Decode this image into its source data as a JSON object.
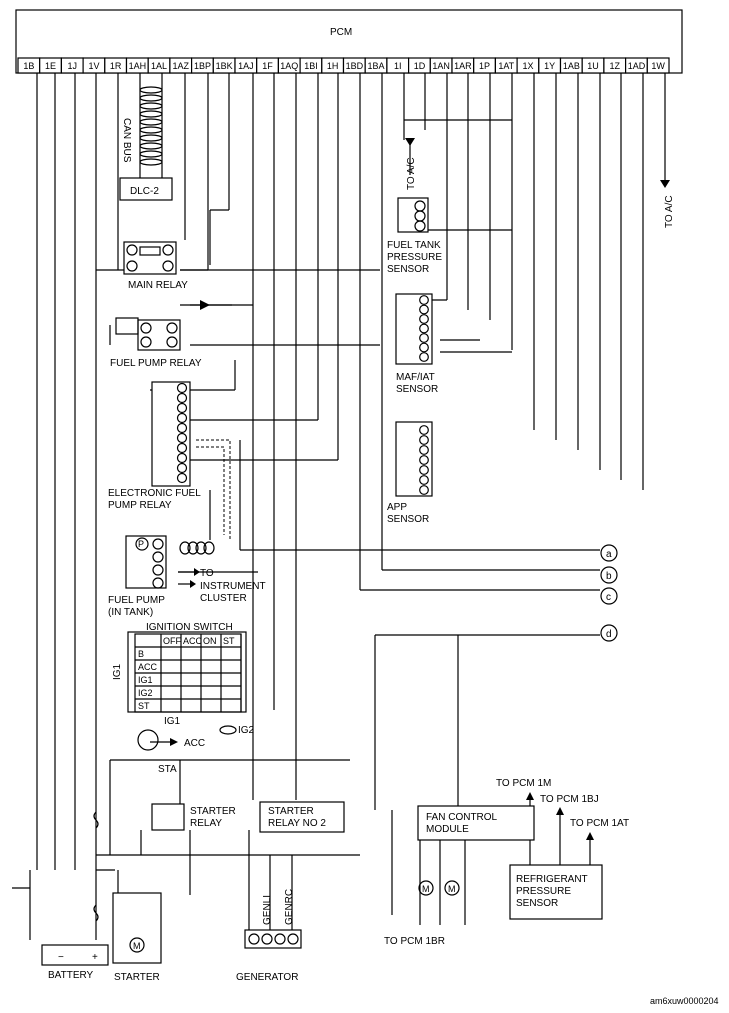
{
  "pcm": {
    "title": "PCM",
    "pins": [
      "1B",
      "1E",
      "1J",
      "1V",
      "1R",
      "1AH",
      "1AL",
      "1AZ",
      "1BP",
      "1BK",
      "1AJ",
      "1F",
      "1AQ",
      "1BI",
      "1H",
      "1BD",
      "1BA",
      "1I",
      "1D",
      "1AN",
      "1AR",
      "1P",
      "1AT",
      "1X",
      "1Y",
      "1AB",
      "1U",
      "1Z",
      "1AD",
      "1W"
    ]
  },
  "labels": {
    "can_bus": "CAN BUS",
    "dlc2": "DLC-2",
    "main_relay": "MAIN RELAY",
    "fuel_pump_relay": "FUEL PUMP RELAY",
    "efpr_1": "ELECTRONIC FUEL",
    "efpr_2": "PUMP RELAY",
    "fuel_pump_1": "FUEL PUMP",
    "fuel_pump_2": "(IN TANK)",
    "to_1": "TO",
    "instrument_cluster": "INSTRUMENT",
    "cluster": "CLUSTER",
    "ignition_switch": "IGNITION SWITCH",
    "ig1_side": "IG1",
    "ig1": "IG1",
    "ig2": "IG2",
    "acc": "ACC",
    "sta": "STA",
    "starter_relay_1": "STARTER",
    "starter_relay_2": "RELAY",
    "starter_relay_no2_1": "STARTER",
    "starter_relay_no2_2": "RELAY NO 2",
    "battery": "BATTERY",
    "starter": "STARTER",
    "generator": "GENERATOR",
    "genli": "GENLI",
    "genrc": "GENRC",
    "to_ac_1": "TO A/C",
    "to_ac_2": "TO A/C",
    "fuel_tank_1": "FUEL TANK",
    "fuel_tank_2": "PRESSURE",
    "fuel_tank_3": "SENSOR",
    "maf_1": "MAF/IAT",
    "maf_2": "SENSOR",
    "app_1": "APP",
    "app_2": "SENSOR",
    "fan_1": "FAN CONTROL",
    "fan_2": "MODULE",
    "to_pcm_1br": "TO PCM 1BR",
    "to_pcm_1m": "TO PCM 1M",
    "to_pcm_1bj": "TO PCM 1BJ",
    "to_pcm_1at": "TO PCM 1AT",
    "ref_1": "REFRIGERANT",
    "ref_2": "PRESSURE",
    "ref_3": "SENSOR",
    "conn_a": "a",
    "conn_b": "b",
    "conn_c": "c",
    "conn_d": "d",
    "minus": "−",
    "plus": "+",
    "m": "M",
    "p": "P",
    "ref_code": "am6xuw0000204"
  },
  "ignition_table": {
    "headers": [
      "OFF",
      "ACC",
      "ON",
      "ST"
    ],
    "rows": [
      "B",
      "ACC",
      "IG1",
      "IG2",
      "ST"
    ]
  }
}
